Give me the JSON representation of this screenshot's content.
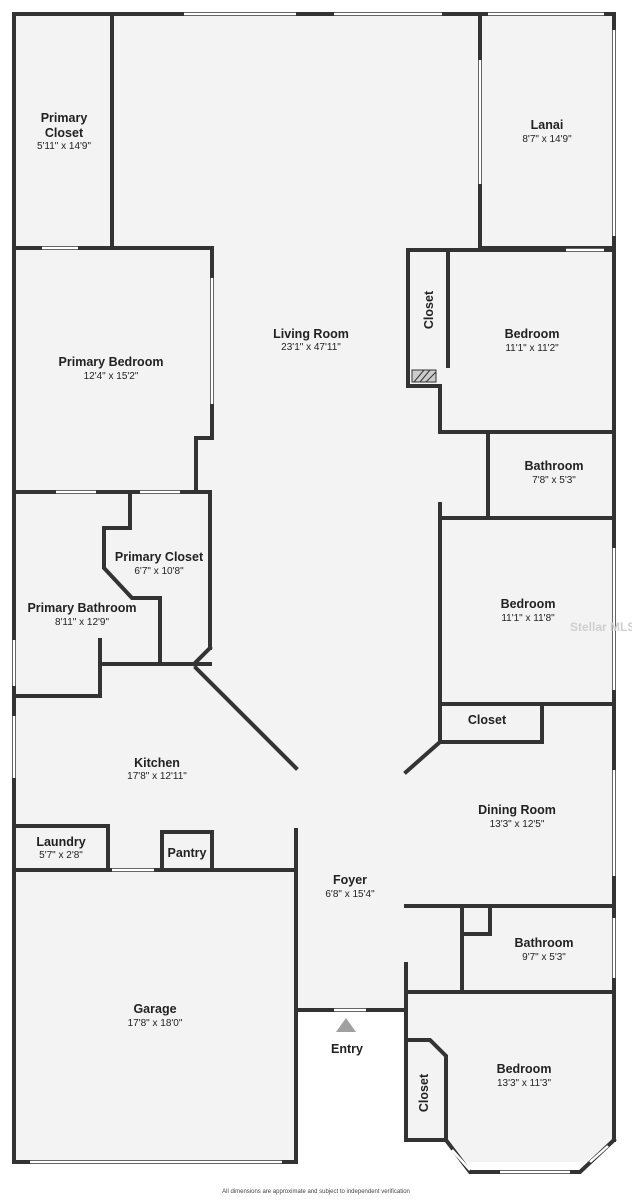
{
  "rooms": {
    "primary_closet_top": {
      "name": "Primary\nCloset",
      "name_line1": "Primary",
      "name_line2": "Closet",
      "dims": "5'11\" x 14'9\""
    },
    "lanai": {
      "name": "Lanai",
      "dims": "8'7\" x 14'9\""
    },
    "living_room": {
      "name": "Living Room",
      "dims": "23'1\" x 47'11\""
    },
    "primary_bedroom": {
      "name": "Primary Bedroom",
      "dims": "12'4\" x 15'2\""
    },
    "closet_a": {
      "name": "Closet"
    },
    "bedroom_1": {
      "name": "Bedroom",
      "dims": "11'1\" x 11'2\""
    },
    "bathroom_1": {
      "name": "Bathroom",
      "dims": "7'8\" x 5'3\""
    },
    "primary_closet_2": {
      "name": "Primary Closet",
      "dims": "6'7\" x 10'8\""
    },
    "bedroom_2": {
      "name": "Bedroom",
      "dims": "11'1\" x 11'8\""
    },
    "primary_bathroom": {
      "name": "Primary Bathroom",
      "dims": "8'11\" x 12'9\""
    },
    "closet_b": {
      "name": "Closet"
    },
    "kitchen": {
      "name": "Kitchen",
      "dims": "17'8\" x 12'11\""
    },
    "dining_room": {
      "name": "Dining Room",
      "dims": "13'3\" x 12'5\""
    },
    "laundry": {
      "name": "Laundry",
      "dims": "5'7\" x 2'8\""
    },
    "pantry": {
      "name": "Pantry"
    },
    "foyer": {
      "name": "Foyer",
      "dims": "6'8\" x 15'4\""
    },
    "bathroom_2": {
      "name": "Bathroom",
      "dims": "9'7\" x 5'3\""
    },
    "garage": {
      "name": "Garage",
      "dims": "17'8\" x 18'0\""
    },
    "entry": {
      "name": "Entry"
    },
    "bedroom_3": {
      "name": "Bedroom",
      "dims": "13'3\" x 11'3\""
    },
    "closet_c": {
      "name": "Closet"
    }
  },
  "watermark": "Stellar MLS",
  "footer": "All dimensions are approximate and subject to independent verification",
  "colors": {
    "wall": "#333333",
    "floor": "#f3f3f3",
    "window": "#ffffff"
  }
}
